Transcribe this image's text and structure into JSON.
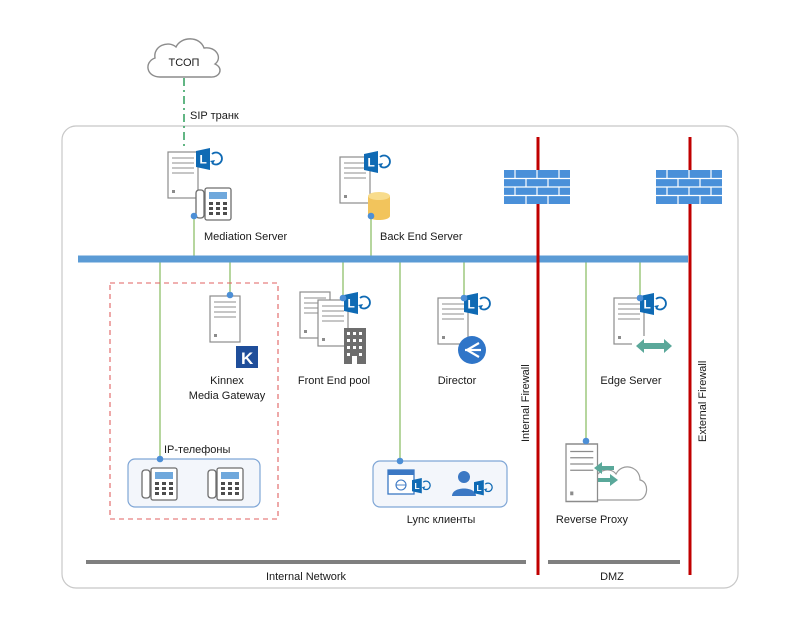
{
  "cloud": {
    "label": "ТСОП"
  },
  "trunk": {
    "label": "SIP транк"
  },
  "servers": {
    "mediation": "Mediation Server",
    "backend": "Back End Server",
    "kinnex_line1": "Kinnex",
    "kinnex_line2": "Media Gateway",
    "frontend": "Front End pool",
    "director": "Director",
    "edge": "Edge Server",
    "reverse_proxy": "Reverse Proxy"
  },
  "groups": {
    "ip_phones": "IP-телефоны",
    "lync_clients": "Lync клиенты"
  },
  "firewalls": {
    "internal": "Internal Firewall",
    "external": "External Firewall"
  },
  "zones": {
    "internal": "Internal Network",
    "dmz": "DMZ"
  },
  "colors": {
    "bus": "#5b9bd5",
    "firewall_line": "#c00000",
    "brick": "#4a90d9",
    "link_green": "#8fc06a",
    "trunk_green": "#2e9e5b",
    "lync_blue": "#0f6ab4",
    "dashed_box": "#e06060",
    "server_gray": "#7f7f7f",
    "zone_arrow": "#7f7f7f"
  },
  "icons": [
    "cloud-icon",
    "server-icon",
    "lync-logo-icon",
    "desk-phone-icon",
    "database-icon",
    "firewall-brick-icon",
    "kinnex-logo-icon",
    "building-icon",
    "director-arrow-icon",
    "edge-arrow-icon",
    "browser-window-icon",
    "user-icon"
  ]
}
